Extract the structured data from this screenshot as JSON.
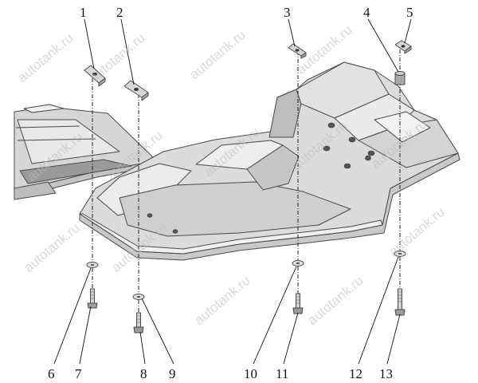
{
  "diagram": {
    "callouts": [
      {
        "id": "1",
        "text": "1"
      },
      {
        "id": "2",
        "text": "2"
      },
      {
        "id": "3",
        "text": "3"
      },
      {
        "id": "4",
        "text": "4"
      },
      {
        "id": "5",
        "text": "5"
      },
      {
        "id": "6",
        "text": "6"
      },
      {
        "id": "7",
        "text": "7"
      },
      {
        "id": "8",
        "text": "8"
      },
      {
        "id": "9",
        "text": "9"
      },
      {
        "id": "10",
        "text": "10"
      },
      {
        "id": "11",
        "text": "11"
      },
      {
        "id": "12",
        "text": "12"
      },
      {
        "id": "13",
        "text": "13"
      }
    ],
    "watermark": "autotank.ru",
    "colors": {
      "plate_top": "#dcdcdc",
      "plate_light": "#ececec",
      "plate_dark": "#b8b8b8",
      "edge": "#4a4a4a",
      "watermark": "#bdbdbd"
    }
  }
}
